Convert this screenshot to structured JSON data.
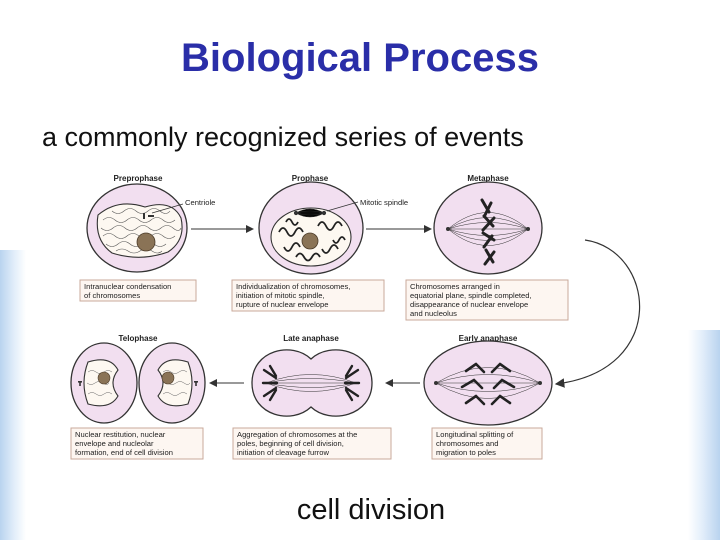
{
  "slide": {
    "title": "Biological Process",
    "subtitle": "a commonly recognized series of events",
    "footer": "cell division"
  },
  "diagram": {
    "phases": [
      {
        "id": "preprophase",
        "name": "Preprophase",
        "caption": [
          "Intranuclear condensation",
          "of chromosomes"
        ]
      },
      {
        "id": "prophase",
        "name": "Prophase",
        "caption": [
          "Individualization of chromosomes,",
          "initiation of mitotic spindle,",
          "rupture of nuclear envelope"
        ]
      },
      {
        "id": "metaphase",
        "name": "Metaphase",
        "caption": [
          "Chromosomes arranged in",
          "equatorial plane, spindle completed,",
          "disappearance of nuclear envelope",
          "and nucleolus"
        ]
      },
      {
        "id": "early-anaphase",
        "name": "Early anaphase",
        "caption": [
          "Longitudinal splitting of",
          "chromosomes and",
          "migration to poles"
        ]
      },
      {
        "id": "late-anaphase",
        "name": "Late anaphase",
        "caption": [
          "Aggregation of chromosomes at the",
          "poles, beginning of cell division,",
          "initiation of cleavage furrow"
        ]
      },
      {
        "id": "telophase",
        "name": "Telophase",
        "caption": [
          "Nuclear restitution, nuclear",
          "envelope and nucleolar",
          "formation, end of cell division"
        ]
      }
    ],
    "labels": {
      "centriole": "Centriole",
      "mitotic_spindle": "Mitotic spindle"
    }
  }
}
